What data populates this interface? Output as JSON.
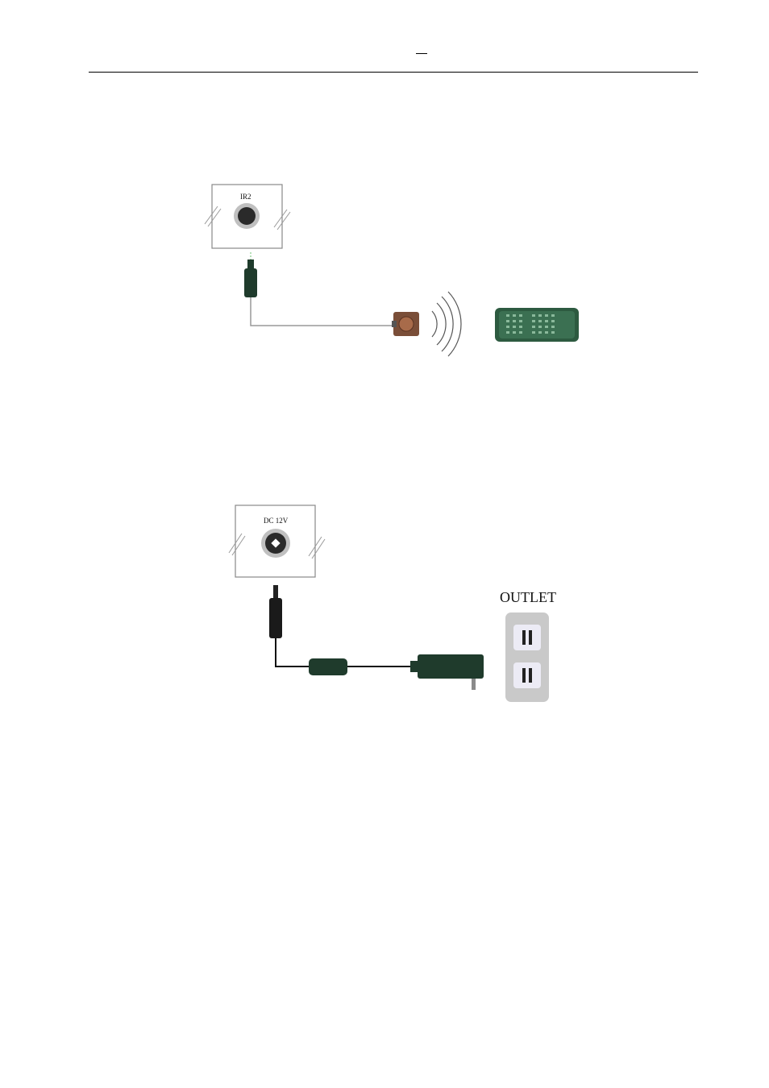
{
  "header": {
    "mark": "—"
  },
  "diagram_ir": {
    "port_label": "IR2"
  },
  "diagram_power": {
    "port_label": "DC 12V",
    "outlet_label": "OUTLET"
  },
  "colors": {
    "plug_green": "#1f3b2c",
    "remote_green": "#2d5a40",
    "outlet_gray": "#c9c9c9"
  }
}
